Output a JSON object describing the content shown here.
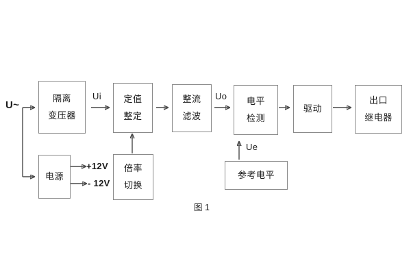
{
  "figure": {
    "caption": "图 1",
    "background_color": "#ffffff",
    "box_border_color": "#8a8a8a",
    "wire_color": "#4a4a4a",
    "text_color": "#1b1b1b"
  },
  "blocks": [
    {
      "id": "isolation-transformer",
      "lines": [
        "隔离",
        "变压器"
      ]
    },
    {
      "id": "setting-value",
      "lines": [
        "定值",
        "整定"
      ]
    },
    {
      "id": "rectify-filter",
      "lines": [
        "整流",
        "滤波"
      ]
    },
    {
      "id": "level-detect",
      "lines": [
        "电平",
        "检测"
      ]
    },
    {
      "id": "drive",
      "lines": [
        "驱动"
      ]
    },
    {
      "id": "output-relay",
      "lines": [
        "出口",
        "继电器"
      ]
    },
    {
      "id": "power-supply",
      "lines": [
        "电源"
      ]
    },
    {
      "id": "multiplier-switch",
      "lines": [
        "倍率",
        "切换"
      ]
    },
    {
      "id": "reference-level",
      "lines": [
        "参考电平"
      ]
    }
  ],
  "signal_labels": {
    "input_source": "U~",
    "ui": "Ui",
    "uo": "Uo",
    "ue": "Ue",
    "rail_positive": "+12V",
    "rail_negative": "- 12V"
  }
}
